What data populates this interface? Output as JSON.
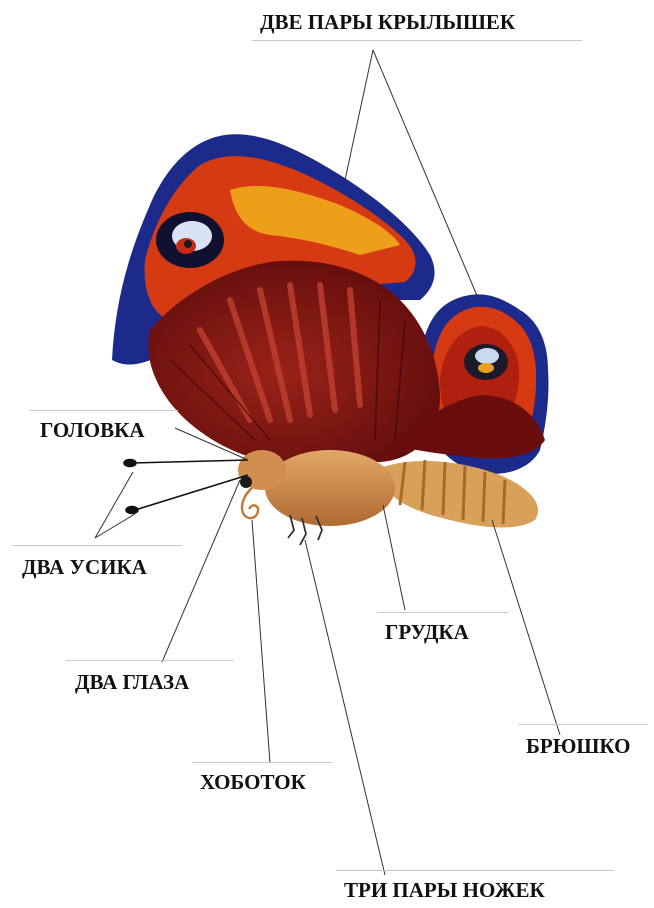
{
  "labels": {
    "wings": "ДВЕ ПАРЫ КРЫЛЫШЕК",
    "head": "ГОЛОВКА",
    "antennae": "ДВА УСИКА",
    "eyes": "ДВА ГЛАЗА",
    "proboscis": "ХОБОТОК",
    "legs": "ТРИ ПАРЫ НОЖЕК",
    "thorax": "ГРУДКА",
    "abdomen": "БРЮШКО"
  },
  "colors": {
    "wing_border": "#1c2a8c",
    "wing_orange": "#d63a12",
    "wing_yellow": "#f2b21c",
    "wing_red": "#8a1410",
    "body": "#c98a4a",
    "leader": "#333333"
  }
}
